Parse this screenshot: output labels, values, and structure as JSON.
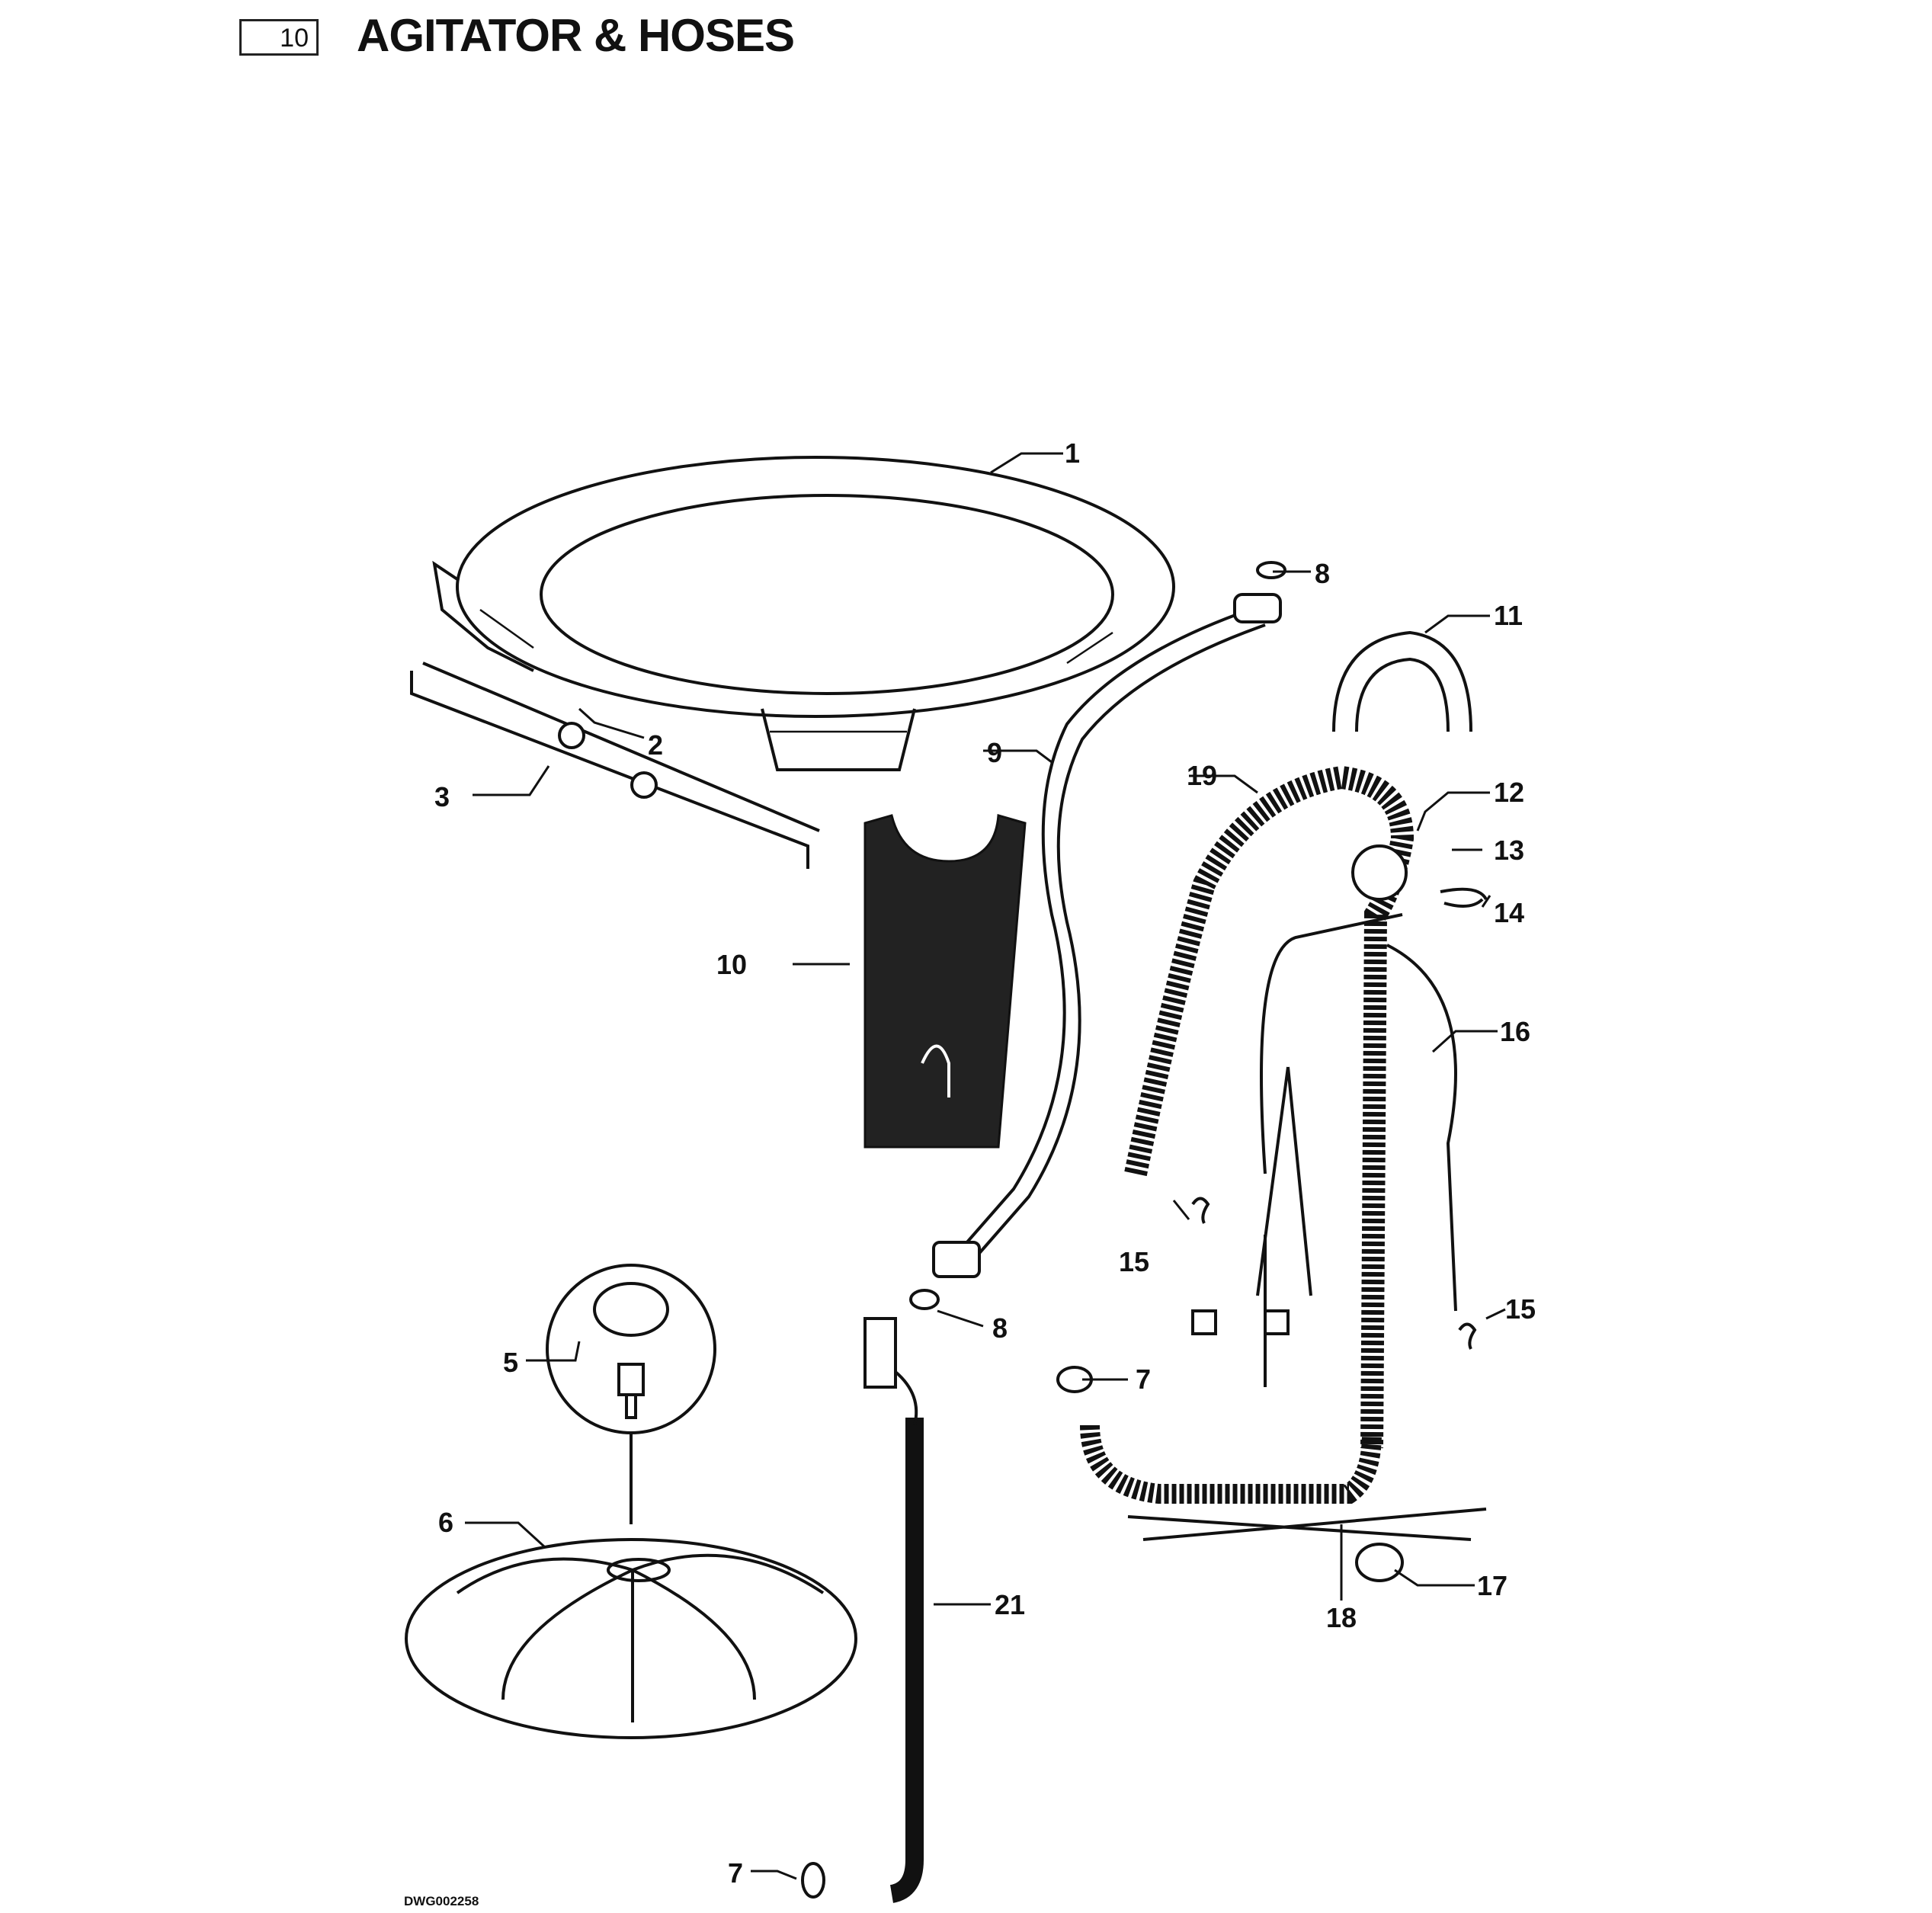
{
  "header": {
    "page_number": "10",
    "title": "AGITATOR & HOSES"
  },
  "footer": {
    "drawing_id": "DWG002258"
  },
  "callouts": {
    "c1": "1",
    "c2": "2",
    "c3": "3",
    "c5": "5",
    "c6": "6",
    "c7a": "7",
    "c7b": "7",
    "c8a": "8",
    "c8b": "8",
    "c9": "9",
    "c10": "10",
    "c11": "11",
    "c12": "12",
    "c13": "13",
    "c14": "14",
    "c15a": "15",
    "c15b": "15",
    "c16": "16",
    "c17": "17",
    "c18": "18",
    "c19": "19",
    "c21": "21"
  }
}
